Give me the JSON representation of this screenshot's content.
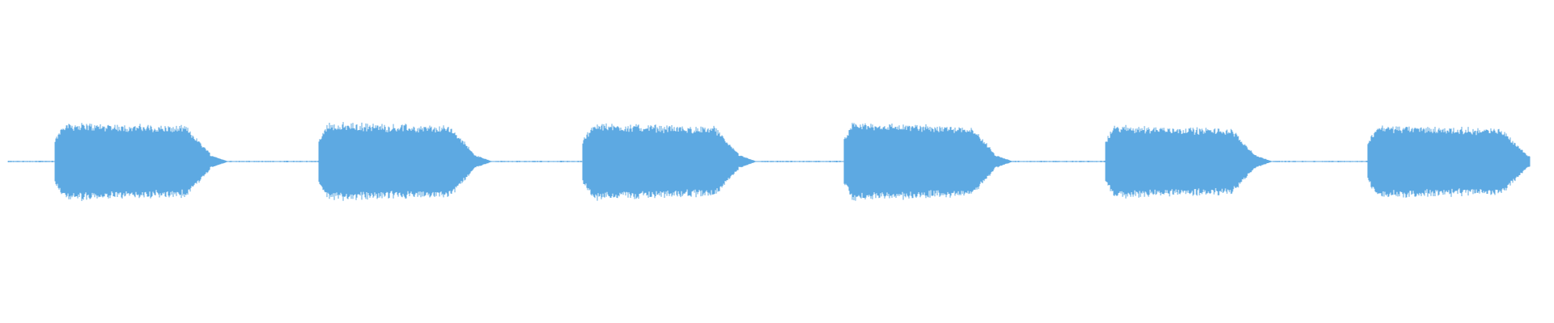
{
  "waveform": {
    "color": "#5DA9E2",
    "baseline_color": "#5DA9E2",
    "background": "#ffffff",
    "bursts": [
      {
        "start": 0.035,
        "end": 0.135,
        "amplitude": 1.0
      },
      {
        "start": 0.205,
        "end": 0.305,
        "amplitude": 1.0
      },
      {
        "start": 0.375,
        "end": 0.475,
        "amplitude": 0.98
      },
      {
        "start": 0.543,
        "end": 0.64,
        "amplitude": 1.0
      },
      {
        "start": 0.711,
        "end": 0.807,
        "amplitude": 0.93
      },
      {
        "start": 0.88,
        "end": 0.982,
        "amplitude": 0.93
      }
    ],
    "silence_noise": 0.035
  }
}
